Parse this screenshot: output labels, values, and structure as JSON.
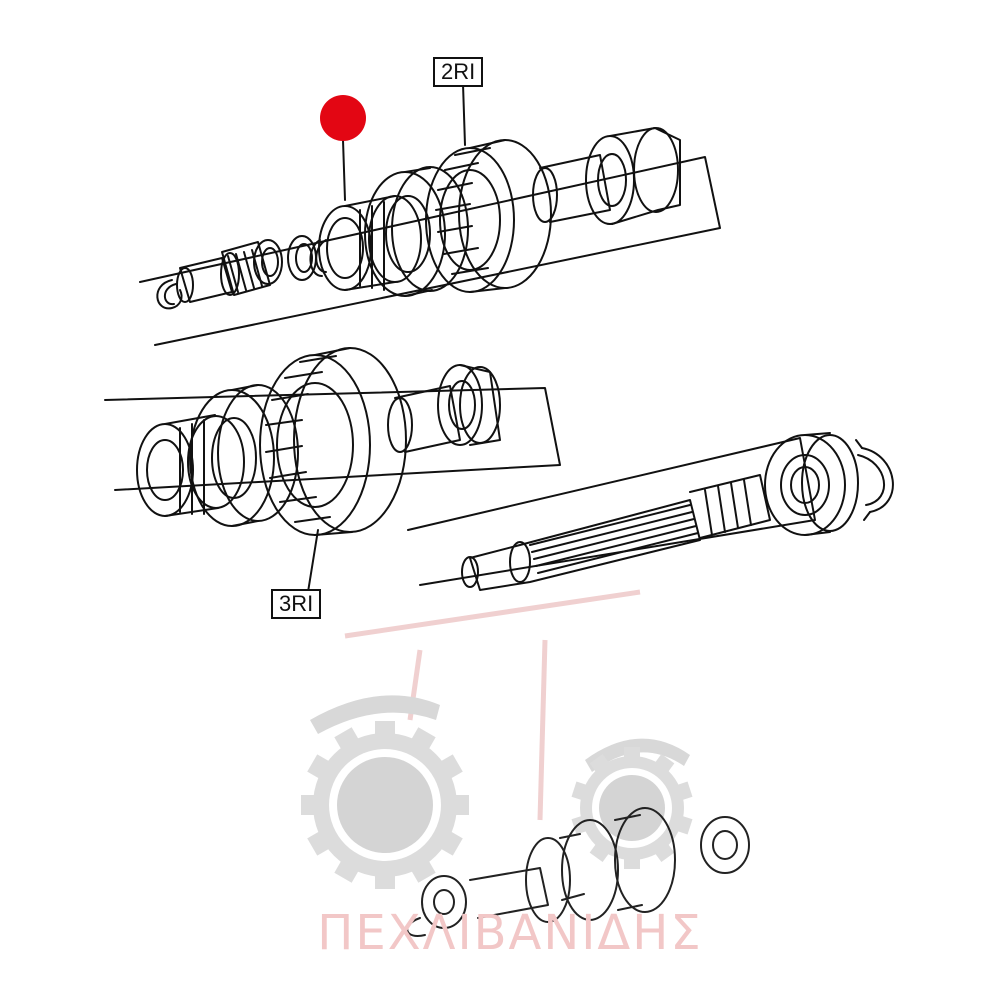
{
  "labels": {
    "top": "2RI",
    "middle": "3RI"
  },
  "watermark": {
    "text": "ΠΕΧΛΙΒΑΝΙΔΗΣ",
    "color": "#f2c7c7",
    "logo_color": "#d9d9d9"
  },
  "marker": {
    "color": "#e30613"
  },
  "line_color": "#111111"
}
